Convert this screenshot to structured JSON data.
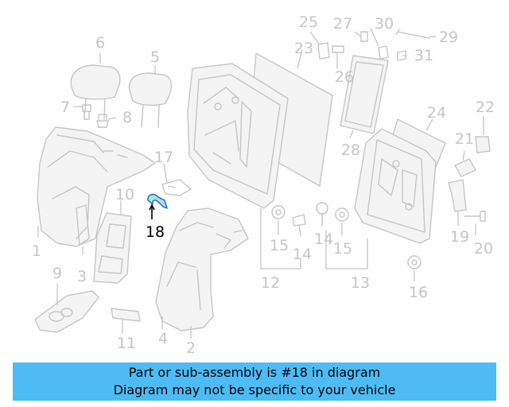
{
  "highlighted_part": "18",
  "labels": {
    "n1": "1",
    "n2": "2",
    "n3": "3",
    "n4": "4",
    "n5": "5",
    "n6": "6",
    "n7": "7",
    "n8": "8",
    "n9": "9",
    "n10": "10",
    "n11": "11",
    "n12": "12",
    "n13": "13",
    "n14a": "14",
    "n14b": "14",
    "n15a": "15",
    "n15b": "15",
    "n16": "16",
    "n17": "17",
    "n18": "18",
    "n19": "19",
    "n20": "20",
    "n21": "21",
    "n22": "22",
    "n23": "23",
    "n24": "24",
    "n25": "25",
    "n26": "26",
    "n27": "27",
    "n28": "28",
    "n29": "29",
    "n30": "30",
    "n31": "31"
  },
  "banner": {
    "line1": "Part or sub-assembly is #18 in diagram",
    "line2": "Diagram may not be specific to your vehicle"
  },
  "colors": {
    "banner_background": "#4dbbf4",
    "part_outline": "#c6c6c6",
    "highlight_fill": "#a9dcf7"
  }
}
